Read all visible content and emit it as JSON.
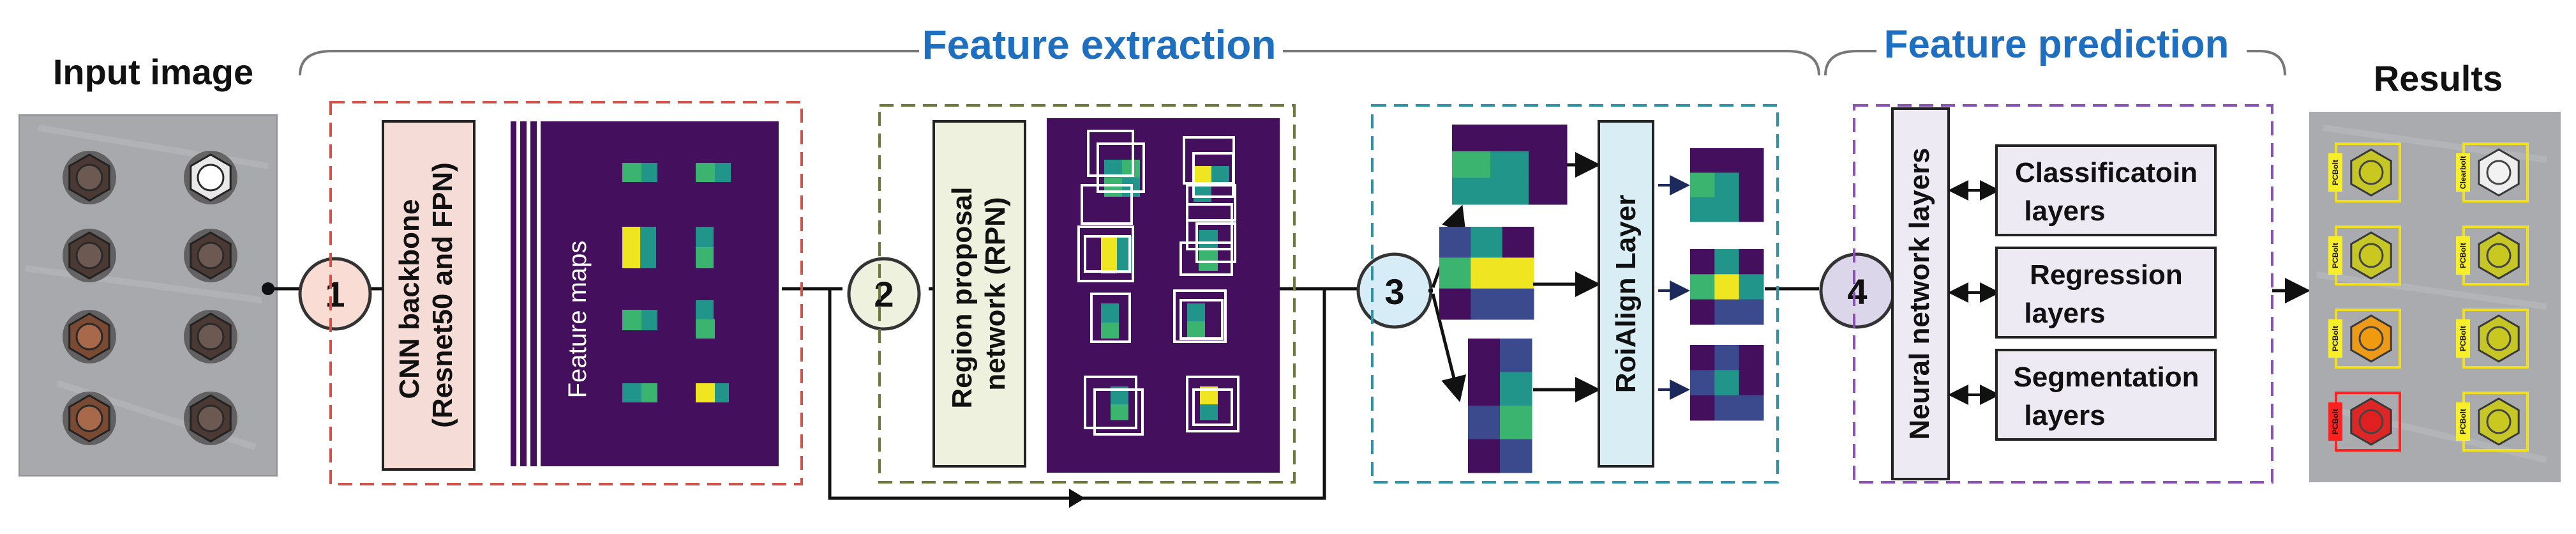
{
  "labels": {
    "input_image": "Input image",
    "results": "Results",
    "feature_extraction": "Feature extraction",
    "feature_prediction": "Feature prediction",
    "cnn_backbone_line1": "CNN backbone",
    "cnn_backbone_line2": "(Resnet50 and FPN)",
    "feature_maps": "Feature maps",
    "rpn_line1": "Region proposal",
    "rpn_line2": "network (RPN)",
    "roialign": "RoiAlign Layer",
    "neural_network": "Neural network layers",
    "classification_line1": "Classificatoin",
    "classification_line2": "layers",
    "regression_line1": "Regression",
    "regression_line2": "layers",
    "segmentation_line1": "Segmentation",
    "segmentation_line2": "layers"
  },
  "steps": [
    "1",
    "2",
    "3",
    "4"
  ],
  "result_tags": [
    "PCBolt",
    "Clearbolt",
    "PCBolt",
    "PCBolt",
    "PCBolt",
    "PCBolt",
    "PCBolt",
    "PCBolt"
  ],
  "colors": {
    "accent_blue": "#1f6fc0",
    "red_dash": "#d0534c",
    "olive_dash": "#6b7a3a",
    "teal_dash": "#2f93a8",
    "purple_dash": "#8a52b8",
    "viridis_dark": "#440f5c",
    "viridis_teal": "#22958b",
    "viridis_green": "#3ab46f",
    "viridis_yellow": "#f0e521",
    "cnn_box_fill": "#f6dcd6",
    "rpn_box_fill": "#eef1de",
    "roi_box_fill": "#d8eef4",
    "nn_box_fill": "#eeeaf3",
    "step1_fill": "#f9ddd4",
    "step2_fill": "#eef1de",
    "step3_fill": "#d6ecf6",
    "step4_fill": "#dcd6ea"
  }
}
